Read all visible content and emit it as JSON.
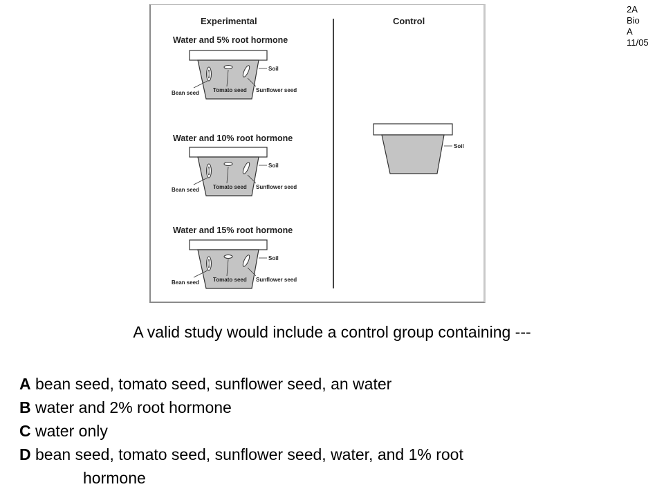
{
  "corner_tag": [
    "2A",
    "Bio",
    "A",
    "11/05"
  ],
  "figure": {
    "experimental_heading": "Experimental",
    "control_heading": "Control",
    "conditions": [
      "Water and 5% root hormone",
      "Water and 10% root hormone",
      "Water and 15% root hormone"
    ],
    "labels": {
      "soil": "Soil",
      "bean_seed": "Bean seed",
      "tomato_seed": "Tomato seed",
      "sunflower_seed": "Sunflower seed"
    }
  },
  "question": "A valid study would include a control group containing ---",
  "choices": [
    {
      "letter": "A",
      "text": " bean seed, tomato seed, sunflower seed, an water"
    },
    {
      "letter": "B",
      "text": "water and 2% root hormone"
    },
    {
      "letter": "C",
      "text": "water only"
    },
    {
      "letter": "D",
      "text": "bean seed, tomato seed, sunflower seed, water, and 1% root",
      "continuation": "hormone"
    }
  ],
  "colors": {
    "soil_fill": "#c4c4c4",
    "outline": "#333333",
    "divider": "#444444"
  }
}
